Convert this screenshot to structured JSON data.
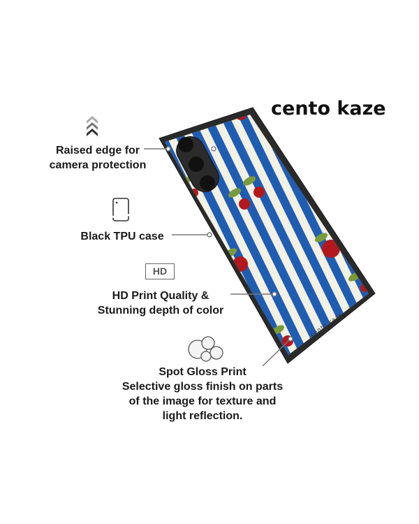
{
  "brand": {
    "name": "cento kaze",
    "case_print": "cento kaze"
  },
  "features": [
    {
      "icon": "raised-chevrons-icon",
      "text_lines": [
        "Raised edge for",
        "camera protection"
      ]
    },
    {
      "icon": "phone-outline-icon",
      "text_lines": [
        "Black TPU case"
      ]
    },
    {
      "icon": "hd-badge-icon",
      "icon_text": "HD",
      "text_lines": [
        "HD Print Quality &",
        "Stunning depth of color"
      ]
    },
    {
      "icon": "gloss-bubbles-icon",
      "text_lines": [
        "Spot Gloss Print",
        "Selective gloss finish on parts",
        "of the image for texture and",
        "light reflection."
      ]
    }
  ],
  "colors": {
    "stripe": "#1f5db3",
    "background": "#f3f0e4",
    "case": "#2a2a2a",
    "cherry": "#b3191c",
    "leaf": "#7a9a3c"
  }
}
